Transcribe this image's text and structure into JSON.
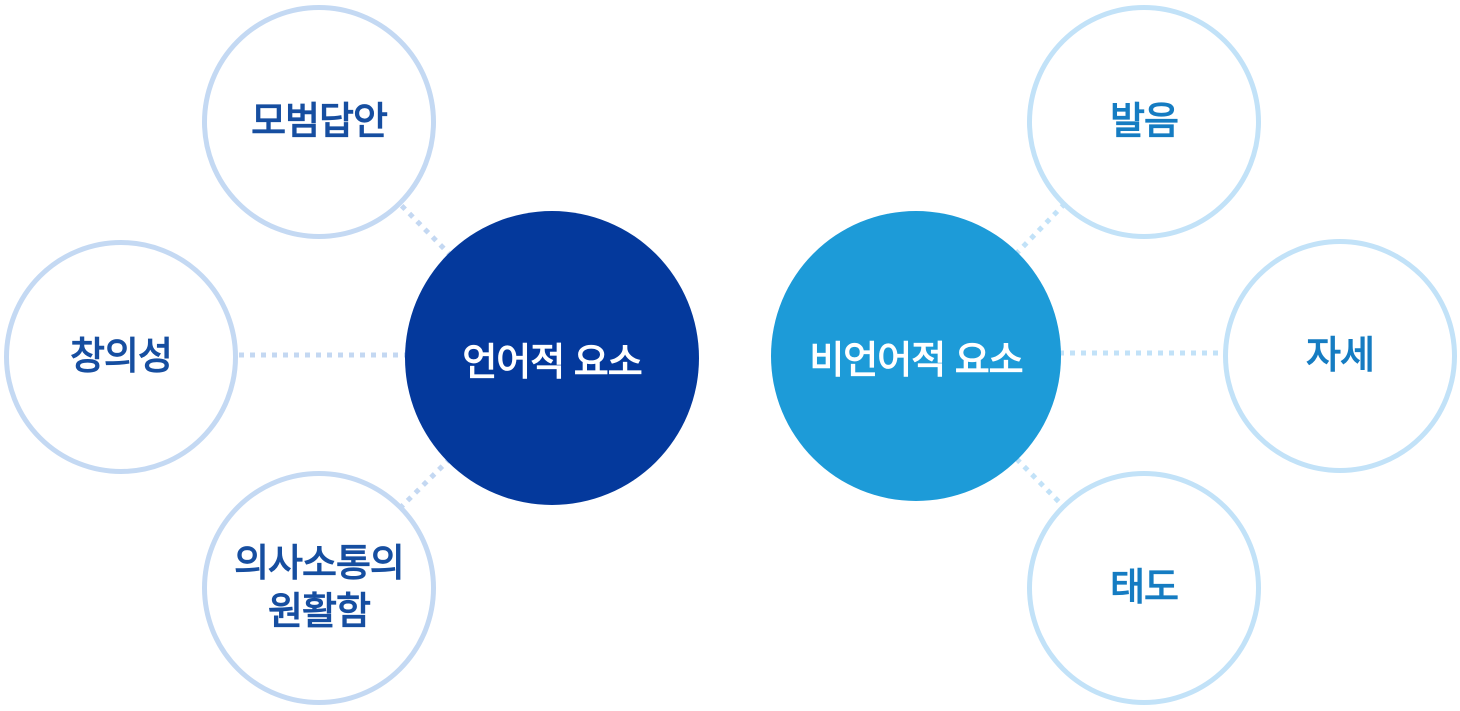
{
  "diagram_title": "",
  "clusters": [
    {
      "id": "linguistic",
      "hub": {
        "label": "언어적 요소",
        "fill": "#04399C",
        "text_color": "#ffffff"
      },
      "satellite_text_color": "#164EA0",
      "satellite_border_color": "#C4D9F3",
      "connector_color": "#C4D8F2",
      "satellites": [
        {
          "label_lines": [
            "모범답안",
            ""
          ]
        },
        {
          "label_lines": [
            "창의성",
            ""
          ]
        },
        {
          "label_lines": [
            "의사소통의",
            "원활함"
          ]
        }
      ]
    },
    {
      "id": "nonlinguistic",
      "hub": {
        "label": "비언어적 요소",
        "fill": "#1D9BD8",
        "text_color": "#ffffff"
      },
      "satellite_text_color": "#157CC2",
      "satellite_border_color": "#C2E2F8",
      "connector_color": "#C2E2F8",
      "satellites": [
        {
          "label_lines": [
            "발음",
            ""
          ]
        },
        {
          "label_lines": [
            "자세",
            ""
          ]
        },
        {
          "label_lines": [
            "태도",
            ""
          ]
        }
      ]
    }
  ]
}
